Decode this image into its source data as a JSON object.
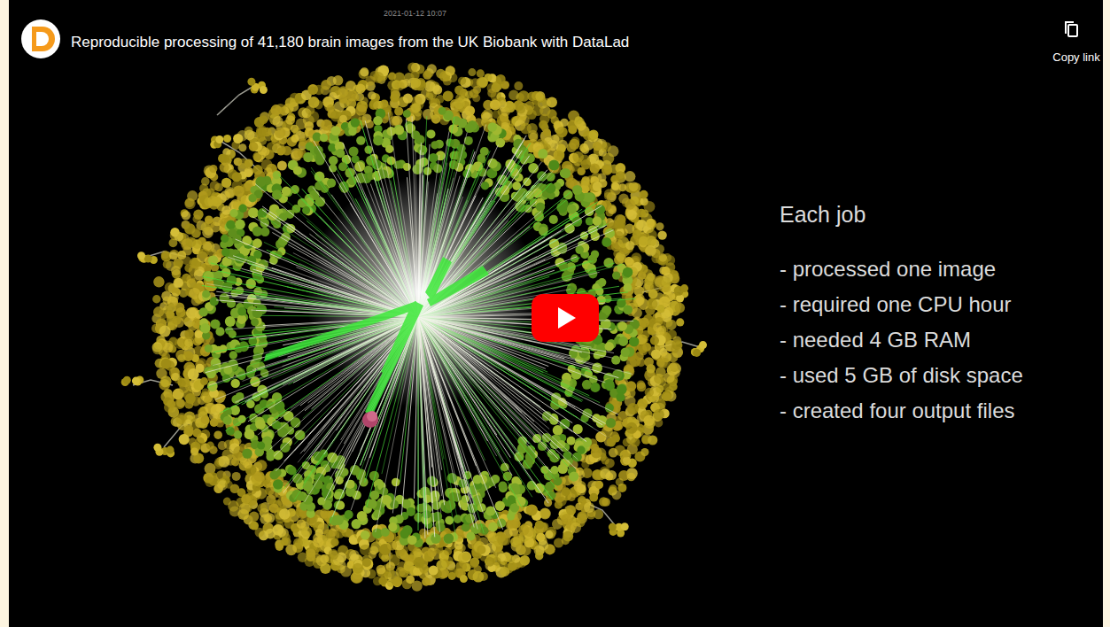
{
  "diagram": {
    "title": "Reproducible processing of 41,180 brain images from the UK Biobank with DataLad",
    "labels": [
      "2021-01-12 10:07",
      "Copy link",
      "Each job",
      "- processed one image",
      "- required one CPU hour",
      "- needed 4 GB RAM",
      "- used 5 GB of disk space",
      "- created four output files"
    ]
  }
}
